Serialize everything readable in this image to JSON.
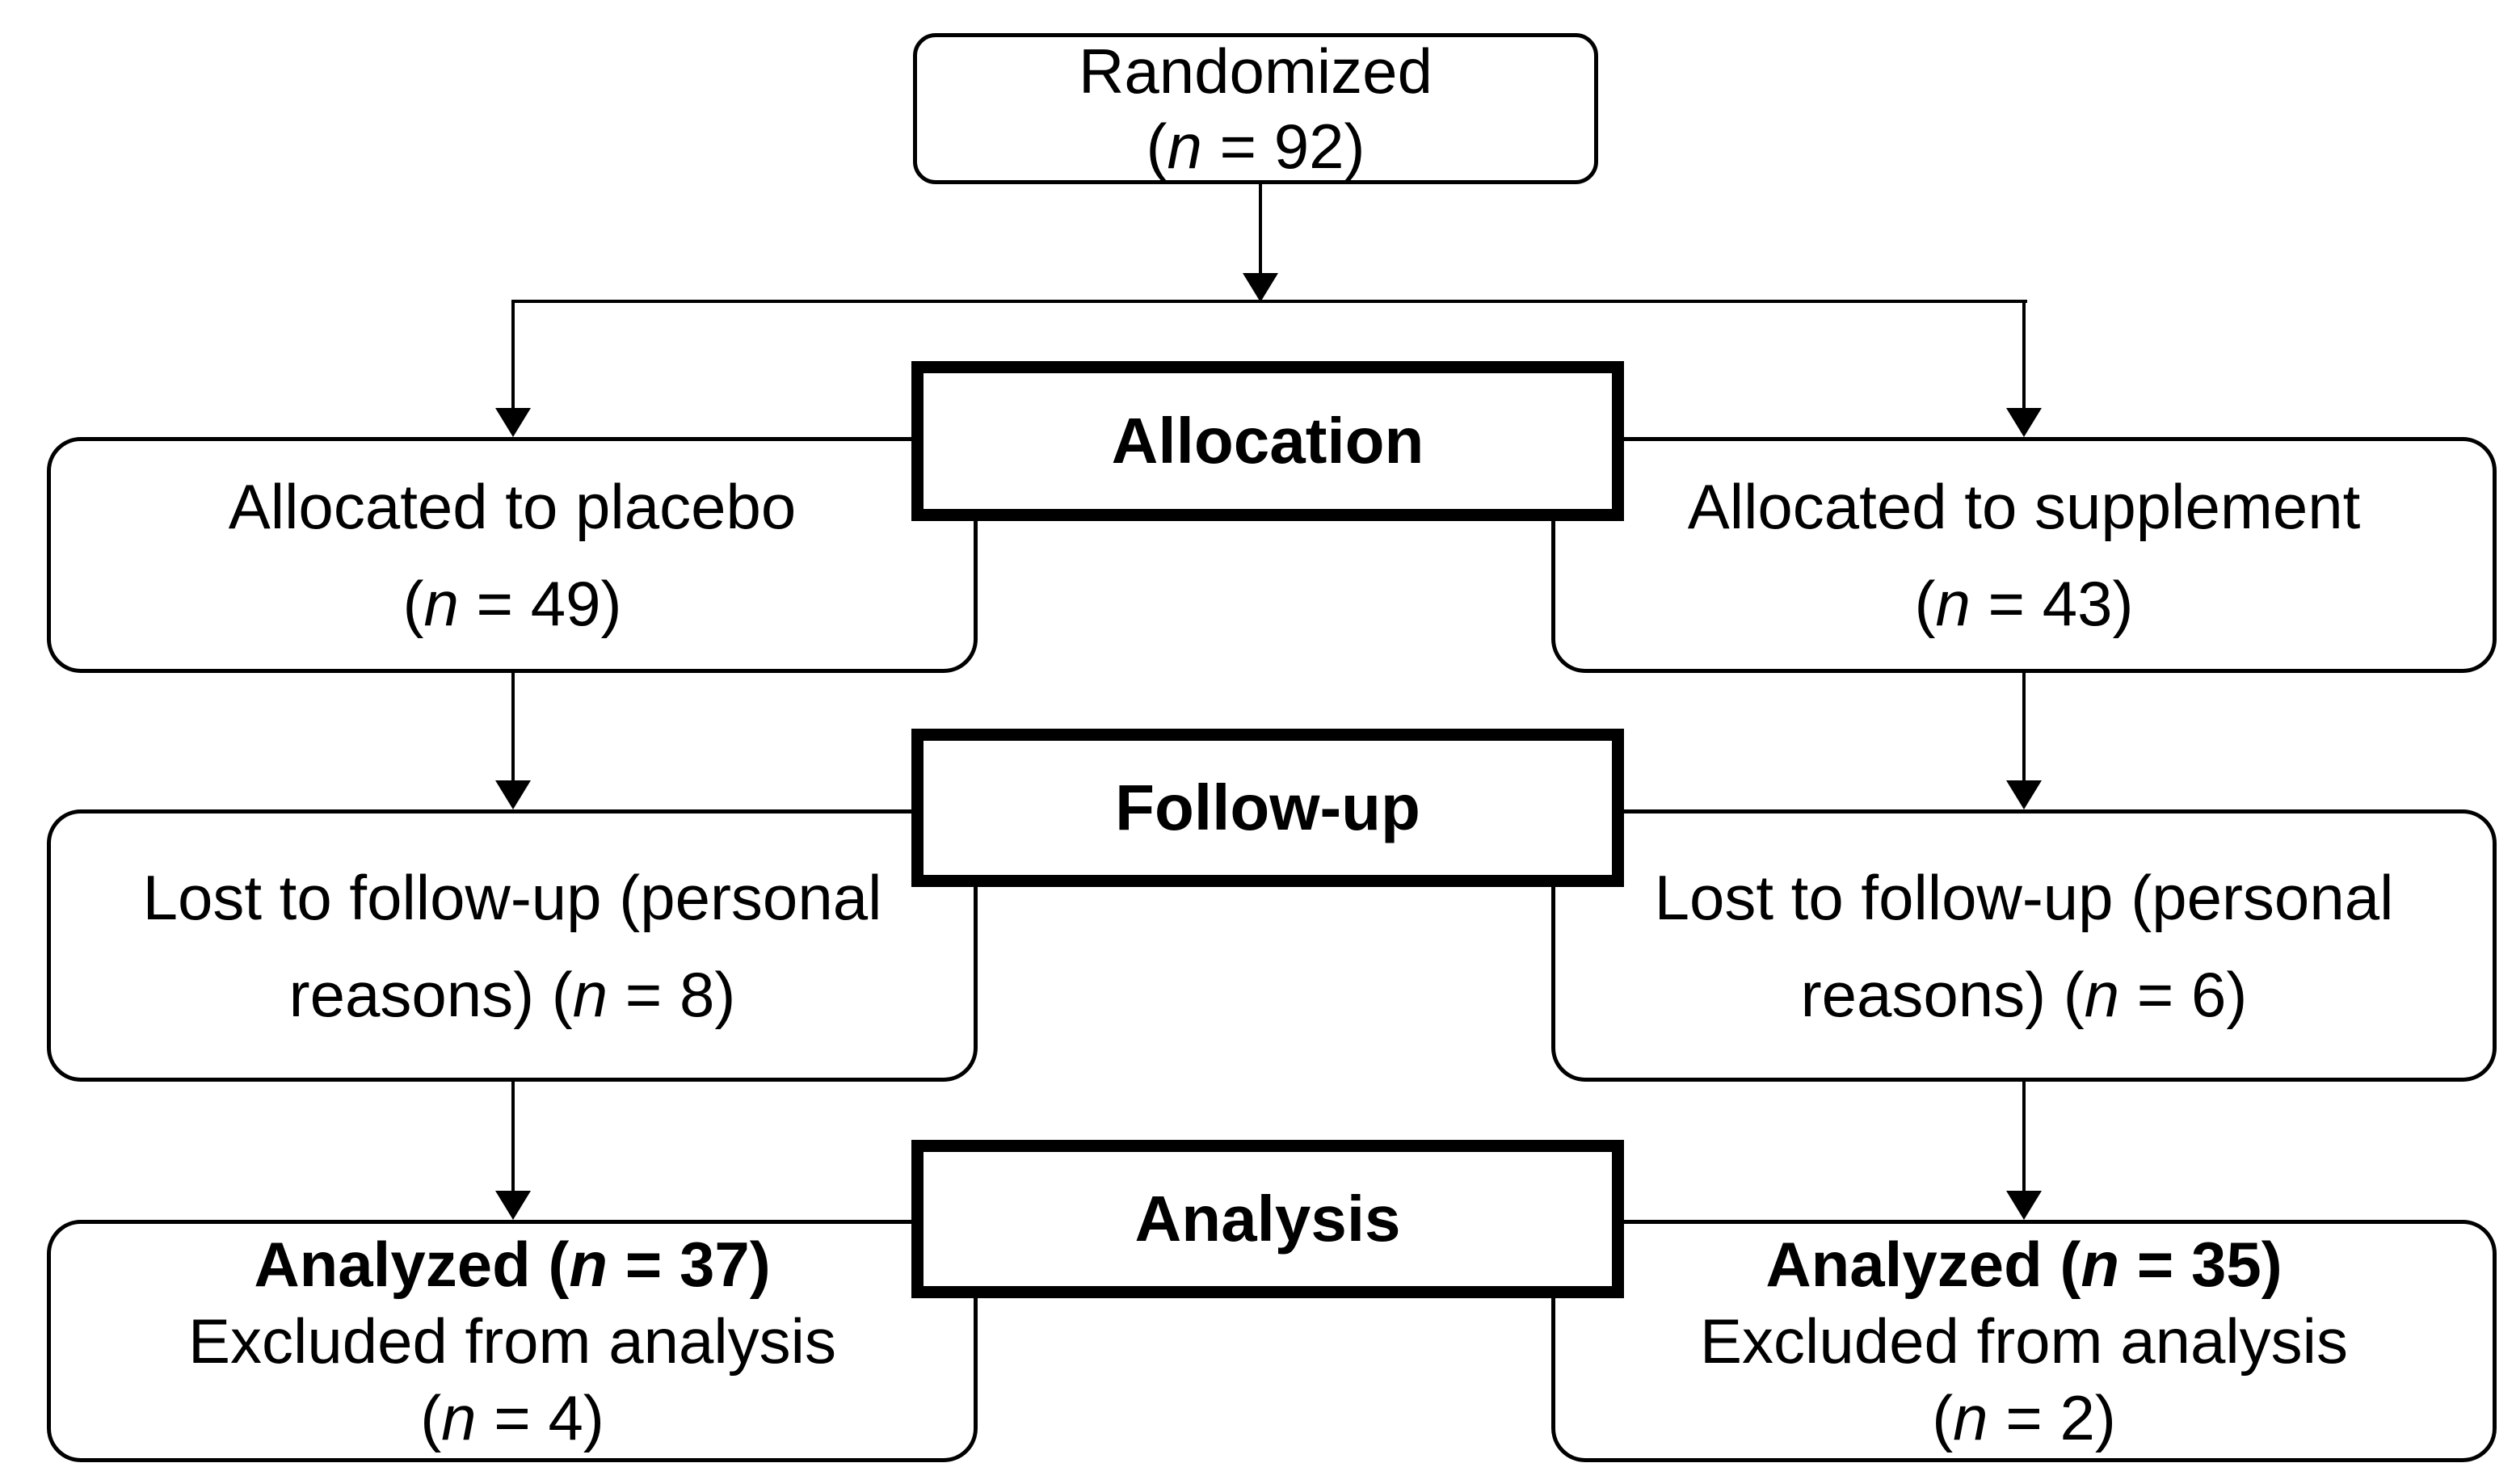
{
  "colors": {
    "line": "#000000",
    "box_fill": "#ffffff",
    "text": "#000000"
  },
  "stage_labels": {
    "allocation": "Allocation",
    "followup": "Follow-up",
    "analysis": "Analysis"
  },
  "boxes": {
    "randomized": {
      "l1": "Randomized",
      "l2a": "(",
      "l2n": "n",
      "l2b": " = 92)",
      "value": 92
    },
    "alloc_left": {
      "l1": "Allocated to placebo",
      "l2a": "(",
      "l2n": "n",
      "l2b": " = 49)",
      "value": 49
    },
    "alloc_right": {
      "l1": "Allocated to supplement",
      "l2a": "(",
      "l2n": "n",
      "l2b": " = 43)",
      "value": 43
    },
    "fu_left": {
      "l1": "Lost to follow-up (personal",
      "l2a": "reasons) (",
      "l2n": "n",
      "l2b": " = 8)",
      "value": 8
    },
    "fu_right": {
      "l1": "Lost to follow-up (personal",
      "l2a": "reasons) (",
      "l2n": "n",
      "l2b": " = 6)",
      "value": 6
    },
    "an_left": {
      "l1a": "Analyzed (",
      "l1n": "n",
      "l1b": " = 37)",
      "l2": "Excluded from analysis",
      "l3a": "(",
      "l3n": "n",
      "l3b": " = 4)",
      "analyzed_value": 37,
      "excluded_value": 4
    },
    "an_right": {
      "l1a": "Analyzed (",
      "l1n": "n",
      "l1b": " = 35)",
      "l2": "Excluded from analysis",
      "l3a": "(",
      "l3n": "n",
      "l3b": " = 2)",
      "analyzed_value": 35,
      "excluded_value": 2
    }
  }
}
